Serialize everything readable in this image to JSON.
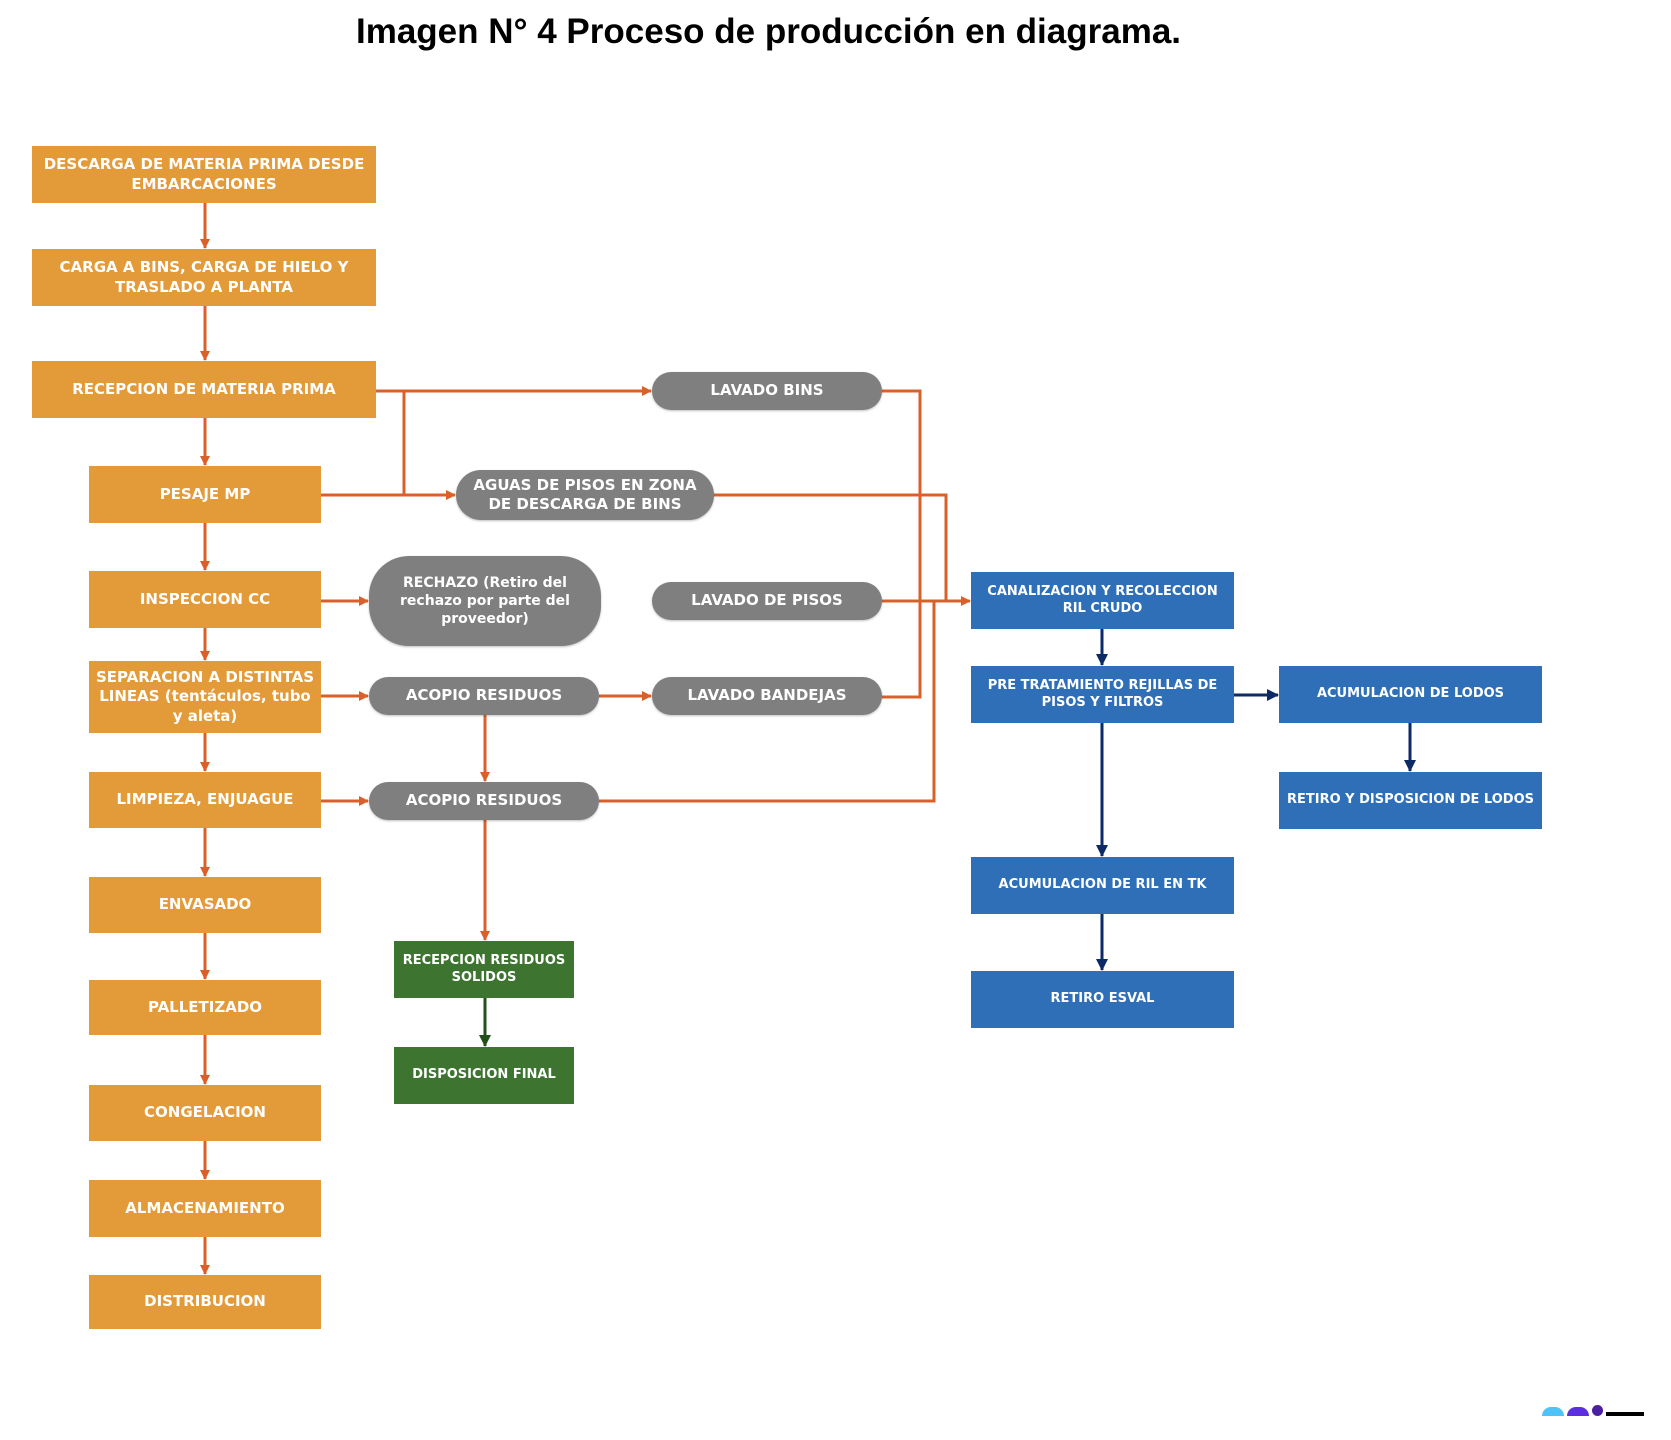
{
  "title": "Imagen N° 4 Proceso de producción en diagrama.",
  "colors": {
    "process": "#e39a38",
    "intermediate": "#7f7f7f",
    "liquid_waste": "#2e6fb8",
    "solid_waste": "#3d7530",
    "arrow_orange": "#d9602a",
    "arrow_blue": "#0b2a66",
    "arrow_green": "#244f1c"
  },
  "main_process": [
    "DESCARGA DE MATERIA PRIMA DESDE EMBARCACIONES",
    "CARGA A BINS, CARGA DE HIELO Y TRASLADO A PLANTA",
    "RECEPCION DE MATERIA PRIMA",
    "PESAJE MP",
    "INSPECCION CC",
    "SEPARACION A DISTINTAS LINEAS (tentáculos, tubo y aleta)",
    "LIMPIEZA, ENJUAGUE",
    "ENVASADO",
    "PALLETIZADO",
    "CONGELACION",
    "ALMACENAMIENTO",
    "DISTRIBUCION"
  ],
  "intermediate": {
    "lavado_bins": "LAVADO BINS",
    "aguas_pisos": "AGUAS DE PISOS EN ZONA DE DESCARGA DE BINS",
    "rechazo": "RECHAZO (Retiro del rechazo por parte del proveedor)",
    "lavado_pisos": "LAVADO DE PISOS",
    "acopio_1": "ACOPIO RESIDUOS",
    "lavado_bandejas": "LAVADO BANDEJAS",
    "acopio_2": "ACOPIO RESIDUOS"
  },
  "solid_waste": {
    "recepcion": "RECEPCION RESIDUOS SOLIDOS",
    "disposicion": "DISPOSICION FINAL"
  },
  "liquid_waste": {
    "canalizacion": "CANALIZACION Y RECOLECCION RIL CRUDO",
    "pretratamiento": "PRE TRATAMIENTO REJILLAS DE PISOS Y FILTROS",
    "acum_lodos": "ACUMULACION DE LODOS",
    "retiro_lodos": "RETIRO Y DISPOSICION DE LODOS",
    "acum_ril": "ACUMULACION DE RIL EN TK",
    "retiro_esval": "RETIRO ESVAL"
  }
}
